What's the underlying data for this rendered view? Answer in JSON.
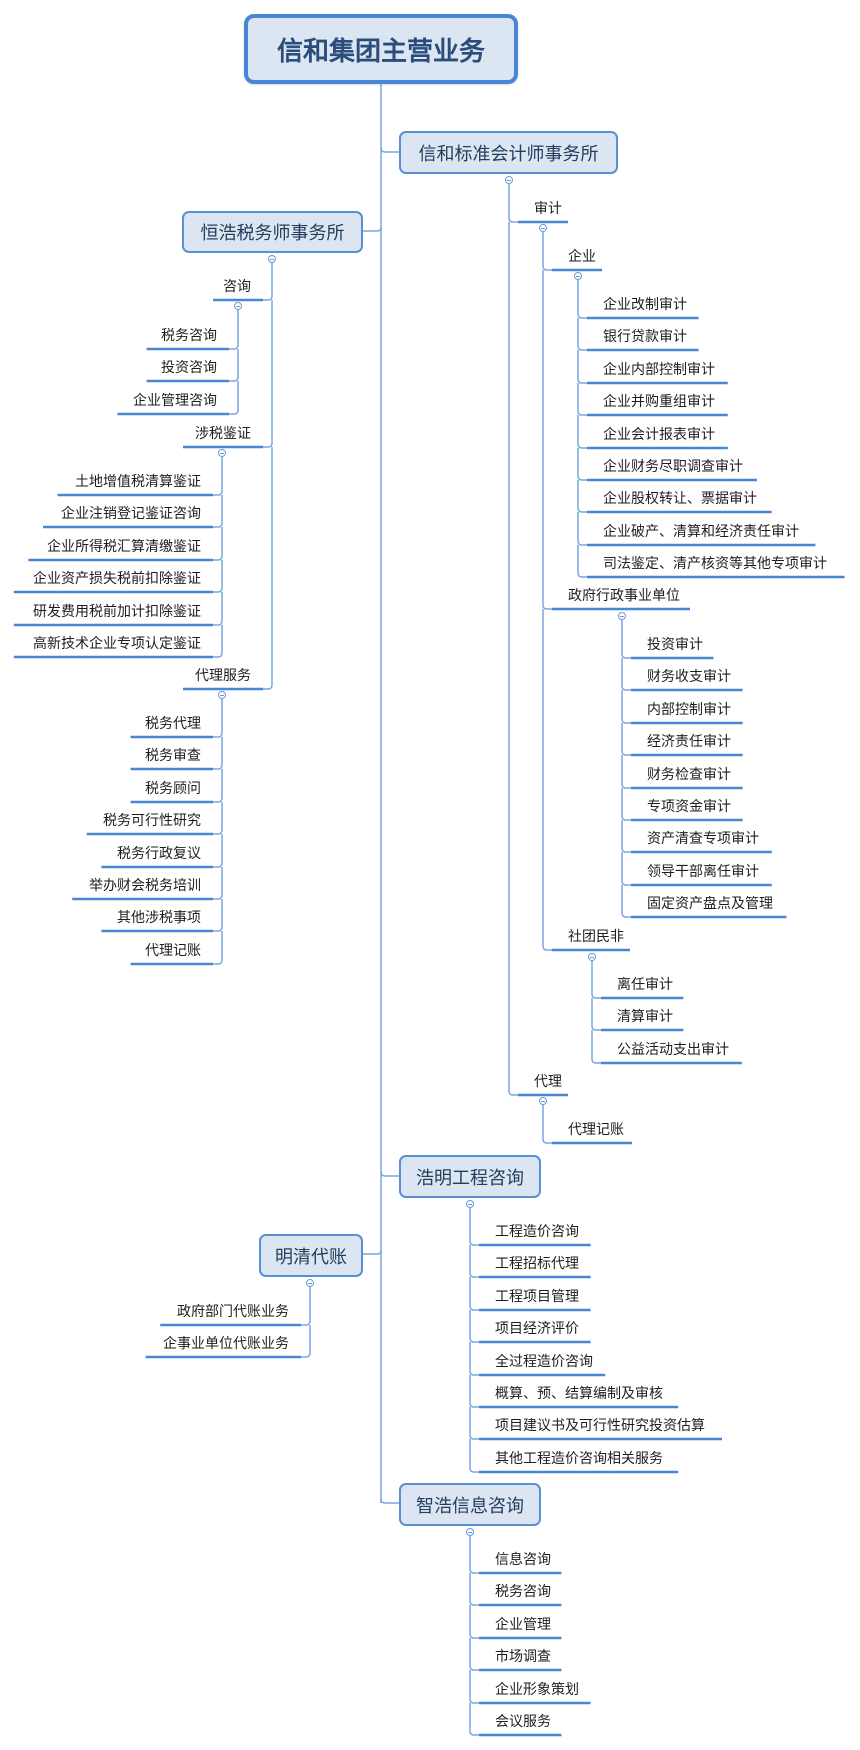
{
  "root": {
    "label": "信和集团主营业务"
  },
  "colors": {
    "line": "#7aa6e0",
    "underline": "#4a86d6",
    "box_fill": "#dce6f3",
    "box_border": "#5b8fd4"
  },
  "branches": {
    "xinhe": {
      "label": "信和标准会计师事务所",
      "children": [
        {
          "label": "审计",
          "children": [
            {
              "label": "企业",
              "children": [
                {
                  "label": "企业改制审计"
                },
                {
                  "label": "银行贷款审计"
                },
                {
                  "label": "企业内部控制审计"
                },
                {
                  "label": "企业并购重组审计"
                },
                {
                  "label": "企业会计报表审计"
                },
                {
                  "label": "企业财务尽职调查审计"
                },
                {
                  "label": "企业股权转让、票据审计"
                },
                {
                  "label": "企业破产、清算和经济责任审计"
                },
                {
                  "label": "司法鉴定、清产核资等其他专项审计"
                }
              ]
            },
            {
              "label": "政府行政事业单位",
              "children": [
                {
                  "label": "投资审计"
                },
                {
                  "label": "财务收支审计"
                },
                {
                  "label": "内部控制审计"
                },
                {
                  "label": "经济责任审计"
                },
                {
                  "label": "财务检查审计"
                },
                {
                  "label": "专项资金审计"
                },
                {
                  "label": "资产清查专项审计"
                },
                {
                  "label": "领导干部离任审计"
                },
                {
                  "label": "固定资产盘点及管理"
                }
              ]
            },
            {
              "label": "社团民非",
              "children": [
                {
                  "label": "离任审计"
                },
                {
                  "label": "清算审计"
                },
                {
                  "label": "公益活动支出审计"
                }
              ]
            }
          ]
        },
        {
          "label": "代理",
          "children": [
            {
              "label": "代理记账"
            }
          ]
        }
      ]
    },
    "henghao": {
      "label": "恒浩税务师事务所",
      "children": [
        {
          "label": "咨询",
          "children": [
            {
              "label": "税务咨询"
            },
            {
              "label": "投资咨询"
            },
            {
              "label": "企业管理咨询"
            }
          ]
        },
        {
          "label": "涉税鉴证",
          "children": [
            {
              "label": "土地增值税清算鉴证"
            },
            {
              "label": "企业注销登记鉴证咨询"
            },
            {
              "label": "企业所得税汇算清缴鉴证"
            },
            {
              "label": "企业资产损失税前扣除鉴证"
            },
            {
              "label": "研发费用税前加计扣除鉴证"
            },
            {
              "label": "高新技术企业专项认定鉴证"
            }
          ]
        },
        {
          "label": "代理服务",
          "children": [
            {
              "label": "税务代理"
            },
            {
              "label": "税务审查"
            },
            {
              "label": "税务顾问"
            },
            {
              "label": "税务可行性研究"
            },
            {
              "label": "税务行政复议"
            },
            {
              "label": "举办财会税务培训"
            },
            {
              "label": "其他涉税事项"
            },
            {
              "label": "代理记账"
            }
          ]
        }
      ]
    },
    "haoming": {
      "label": "浩明工程咨询",
      "children": [
        {
          "label": "工程造价咨询"
        },
        {
          "label": "工程招标代理"
        },
        {
          "label": "工程项目管理"
        },
        {
          "label": "项目经济评价"
        },
        {
          "label": "全过程造价咨询"
        },
        {
          "label": "概算、预、结算编制及审核"
        },
        {
          "label": "项目建议书及可行性研究投资估算"
        },
        {
          "label": "其他工程造价咨询相关服务"
        }
      ]
    },
    "mingqing": {
      "label": "明清代账",
      "children": [
        {
          "label": "政府部门代账业务"
        },
        {
          "label": "企事业单位代账业务"
        }
      ]
    },
    "zhihao": {
      "label": "智浩信息咨询",
      "children": [
        {
          "label": "信息咨询"
        },
        {
          "label": "税务咨询"
        },
        {
          "label": "企业管理"
        },
        {
          "label": "市场调查"
        },
        {
          "label": "企业形象策划"
        },
        {
          "label": "会议服务"
        }
      ]
    }
  }
}
